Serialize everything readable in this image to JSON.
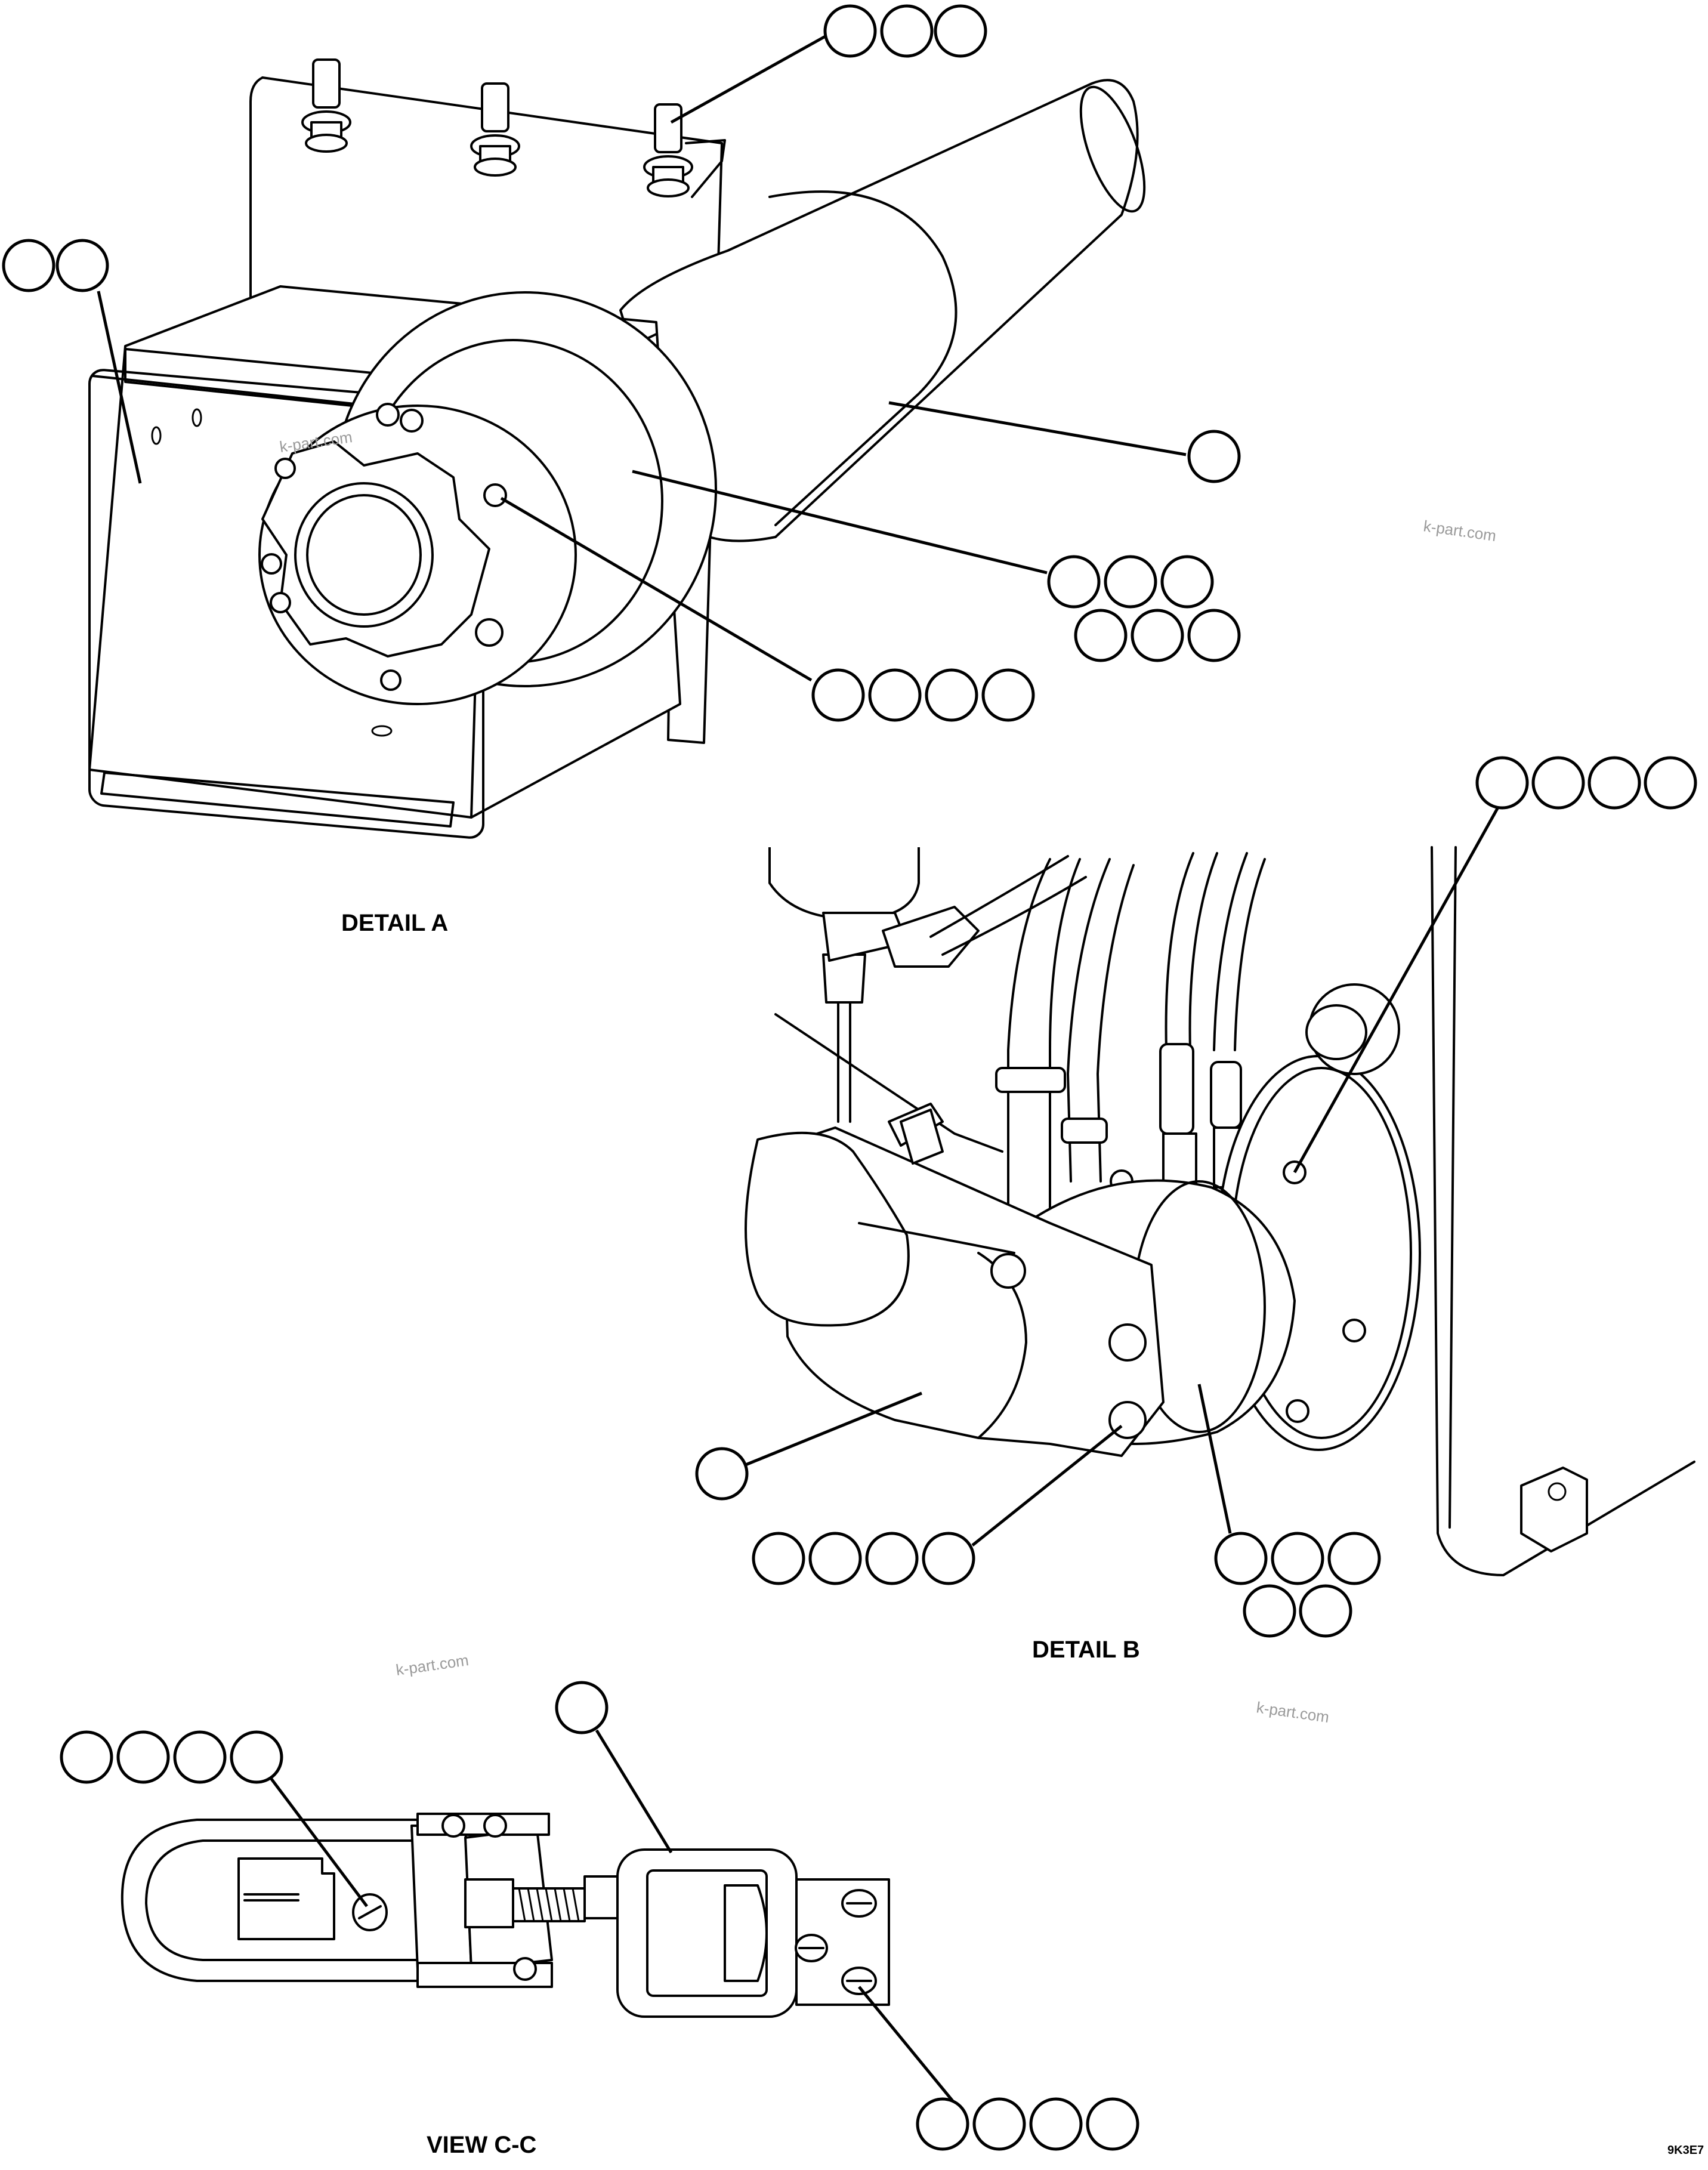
{
  "labels": {
    "detail_a": "DETAIL A",
    "detail_b": "DETAIL B",
    "view_cc": "VIEW C-C"
  },
  "watermarks": [
    "k-part.com",
    "k-part.com",
    "k-part.com",
    "k-part.com"
  ],
  "drawing_code": "9K3E7"
}
